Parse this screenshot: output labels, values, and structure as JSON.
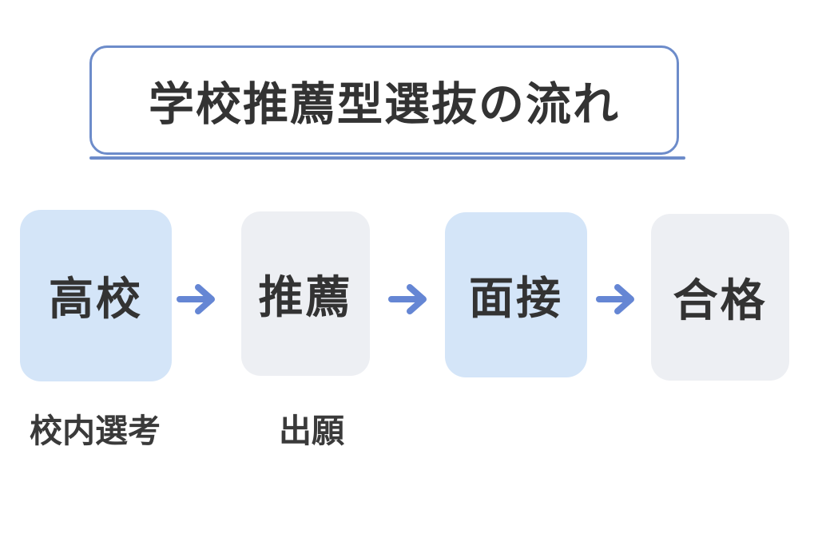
{
  "title": {
    "text": "学校推薦型選抜の流れ"
  },
  "flow": {
    "steps": [
      {
        "label": "高校",
        "highlighted": true,
        "sublabel": "校内選考"
      },
      {
        "label": "推薦",
        "highlighted": false,
        "sublabel": "出願"
      },
      {
        "label": "面接",
        "highlighted": true,
        "sublabel": ""
      },
      {
        "label": "合格",
        "highlighted": false,
        "sublabel": ""
      }
    ],
    "arrow_icon": "right-arrow"
  },
  "colors": {
    "background": "#ffffff",
    "highlight_box_fill": "#d4e5f8",
    "neutral_box_fill": "#edeff3",
    "arrow_blue": "#6586d4",
    "title_border_blue": "#6d8cca",
    "text_dark": "#333333"
  }
}
